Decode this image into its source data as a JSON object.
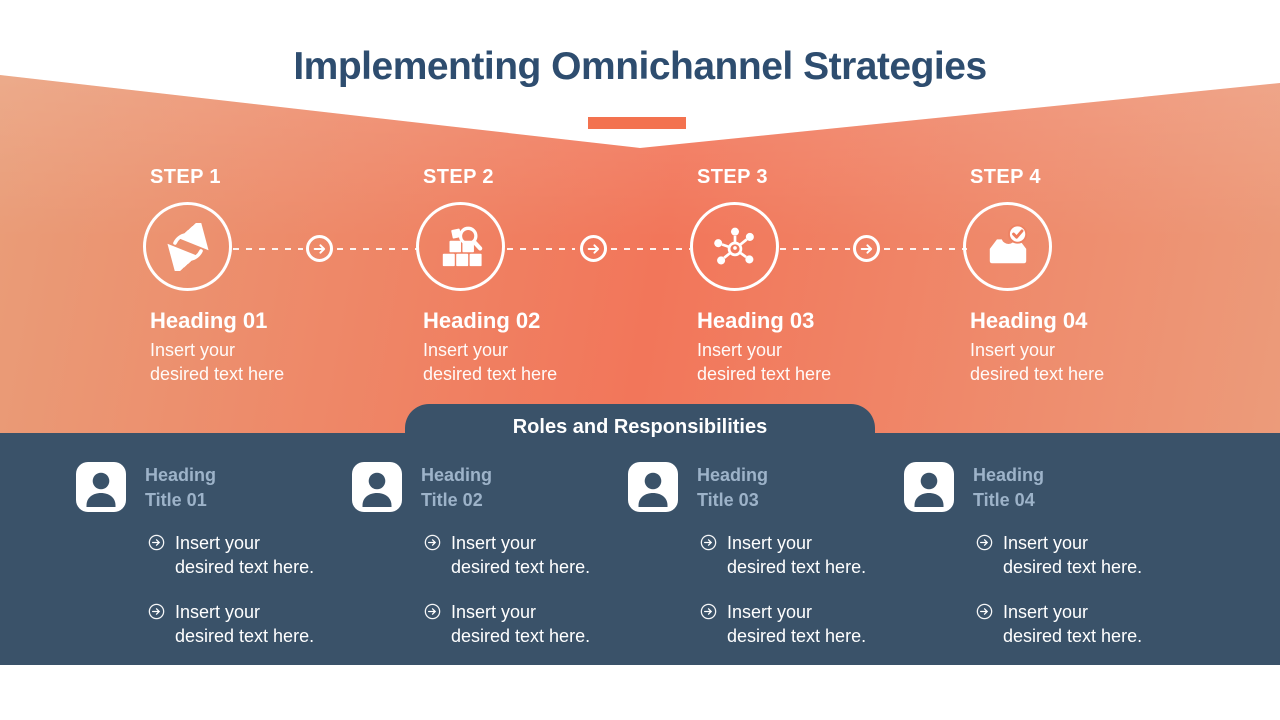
{
  "colors": {
    "accent": "#F3724F",
    "title-text": "#2E4D6F",
    "dark": "#3A5269",
    "muted": "#9DB3C9",
    "band-light": "#E99E79",
    "band-mid": "#F2765A",
    "band-right": "#EC9B7A"
  },
  "header": {
    "title": "Implementing Omnichannel Strategies"
  },
  "steps": [
    {
      "label": "STEP 1",
      "icon": "cycle-refresh-icon",
      "heading": "Heading 01",
      "body": "Insert your\ndesired text here"
    },
    {
      "label": "STEP 2",
      "icon": "boxes-magnifier-icon",
      "heading": "Heading 02",
      "body": "Insert your\ndesired text here"
    },
    {
      "label": "STEP 3",
      "icon": "network-hub-icon",
      "heading": "Heading 03",
      "body": "Insert your\ndesired text here"
    },
    {
      "label": "STEP 4",
      "icon": "inbox-check-icon",
      "heading": "Heading 04",
      "body": "Insert your\ndesired text here"
    }
  ],
  "roles": {
    "title": "Roles and Responsibilities",
    "columns": [
      {
        "icon": "person-icon",
        "heading": "Heading\nTitle 01",
        "bullets": [
          "Insert your\ndesired text here.",
          "Insert your\ndesired text here."
        ]
      },
      {
        "icon": "person-icon",
        "heading": "Heading\nTitle 02",
        "bullets": [
          "Insert your\ndesired text here.",
          "Insert your\ndesired text here."
        ]
      },
      {
        "icon": "person-icon",
        "heading": "Heading\nTitle 03",
        "bullets": [
          "Insert your\ndesired text here.",
          "Insert your\ndesired text here."
        ]
      },
      {
        "icon": "person-icon",
        "heading": "Heading\nTitle 04",
        "bullets": [
          "Insert your\ndesired text here.",
          "Insert your\ndesired text here."
        ]
      }
    ]
  }
}
